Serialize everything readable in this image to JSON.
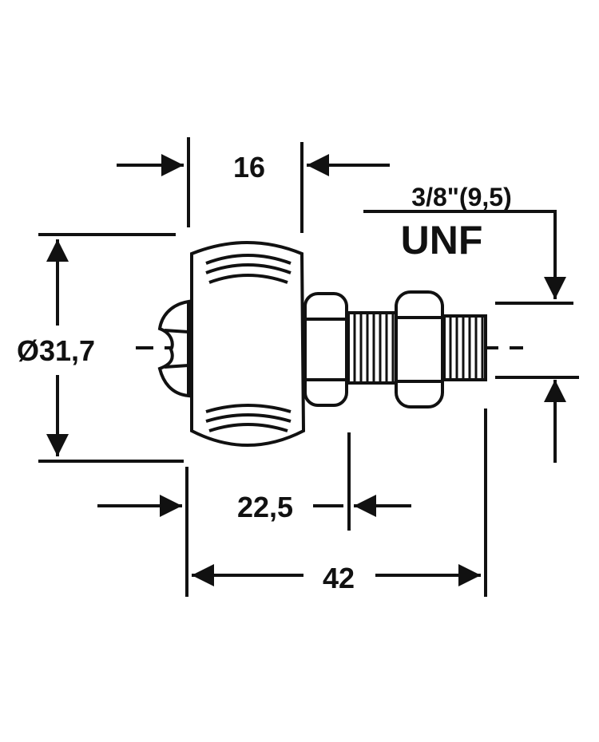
{
  "drawing": {
    "colors": {
      "line": "#111111",
      "background": "#ffffff"
    },
    "dimensions": {
      "width_top": "16",
      "thread_size": "3/8\"(9,5)",
      "thread_type": "UNF",
      "diameter": "Ø31,7",
      "body_length": "22,5",
      "overall_length": "42"
    }
  }
}
